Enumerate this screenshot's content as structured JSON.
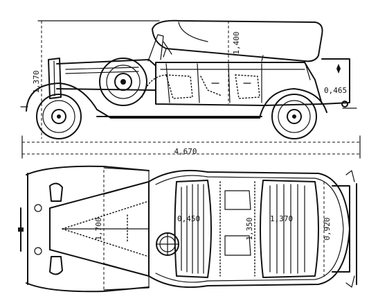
{
  "dimensions": {
    "side_height": "1,370",
    "roof_height": "1,400",
    "rear_overhang": "0,465",
    "total_length": "4,670",
    "track_width": "1,700",
    "front_seat": "0,450",
    "seat_gap": "1,350",
    "rear_seat": "1,370",
    "rear_width": "0,920"
  },
  "colors": {
    "ink": "#111111",
    "paper": "#ffffff"
  }
}
